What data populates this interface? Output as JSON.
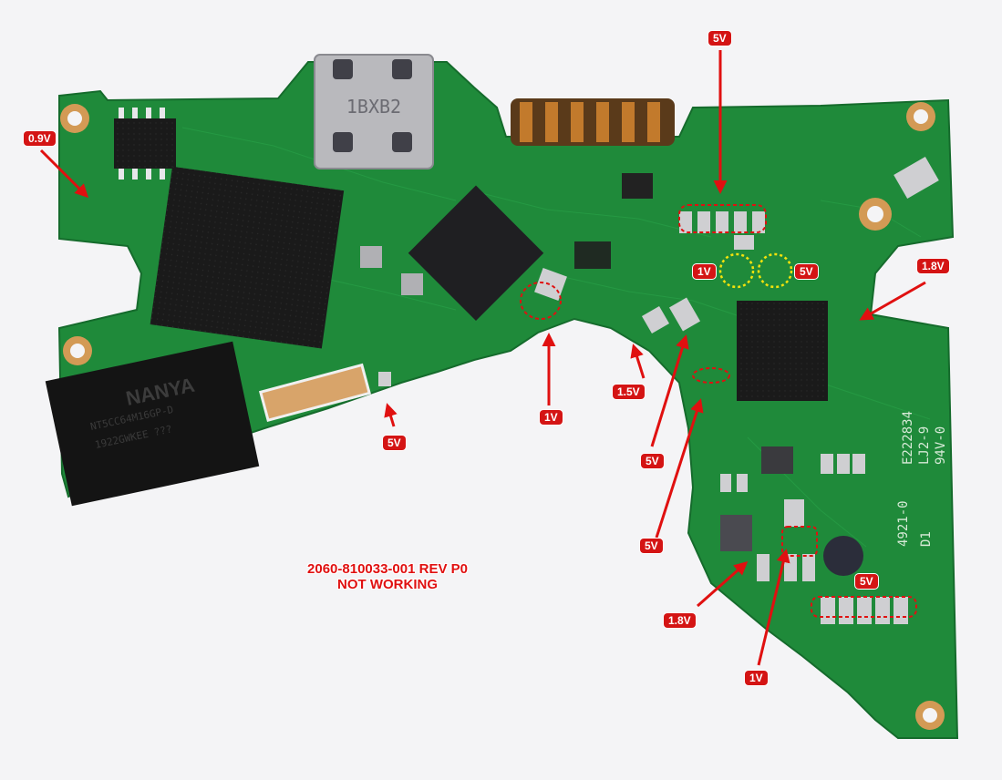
{
  "board": {
    "connector_label": "1BXB2",
    "ram_brand": "NANYA",
    "ram_lines": [
      "NT5CC64M16GP-D",
      "1922GWKEE ???"
    ],
    "silk_lines": [
      "E222834",
      "LJ2-9",
      "94V-0"
    ],
    "silk_code": "4921-0",
    "silk_d1": "D1"
  },
  "caption": {
    "line1": "2060-810033-001 REV P0",
    "line2": "NOT WORKING"
  },
  "voltage_labels": {
    "v09": "0.9V",
    "v5_top": "5V",
    "v1_ring": "1V",
    "v5_ring": "5V",
    "v18_right": "1.8V",
    "v5_flex": "5V",
    "v1_mid": "1V",
    "v15": "1.5V",
    "v5_a": "5V",
    "v5_b": "5V",
    "v5_bottom_right": "5V",
    "v18_bottom": "1.8V",
    "v1_bottom": "1V"
  },
  "colors": {
    "pcb": "#1f8a3a",
    "marker": "#e01010",
    "highlight": "#f2e20c"
  }
}
